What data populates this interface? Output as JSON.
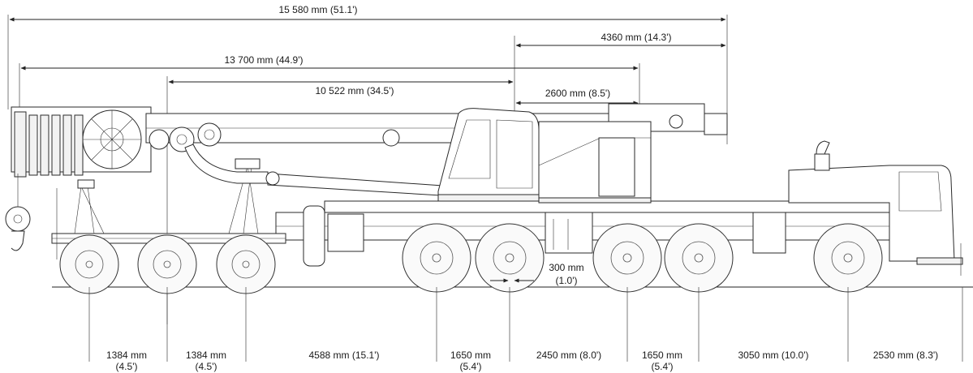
{
  "dimensions": {
    "overall_length": "15 580 mm  (51.1')",
    "boom_length": "13 700 mm  (44.9')",
    "boom_to_rear_axle": "10 522 mm  (34.5')",
    "front_overhang": "4360 mm  (14.3')",
    "cab_to_front": "2600 mm  (8.5')",
    "offset": {
      "mm": "300 mm",
      "ft": "(1.0')"
    }
  },
  "axle_spacings": [
    {
      "mm": "1384 mm",
      "ft": "(4.5')"
    },
    {
      "mm": "1384 mm",
      "ft": "(4.5')"
    },
    {
      "mm": "4588 mm  (15.1')",
      "ft": ""
    },
    {
      "mm": "1650 mm",
      "ft": "(5.4')"
    },
    {
      "mm": "2450 mm  (8.0')",
      "ft": ""
    },
    {
      "mm": "1650 mm",
      "ft": "(5.4')"
    },
    {
      "mm": "3050 mm  (10.0')",
      "ft": ""
    },
    {
      "mm": "2530 mm  (8.3')",
      "ft": ""
    }
  ]
}
